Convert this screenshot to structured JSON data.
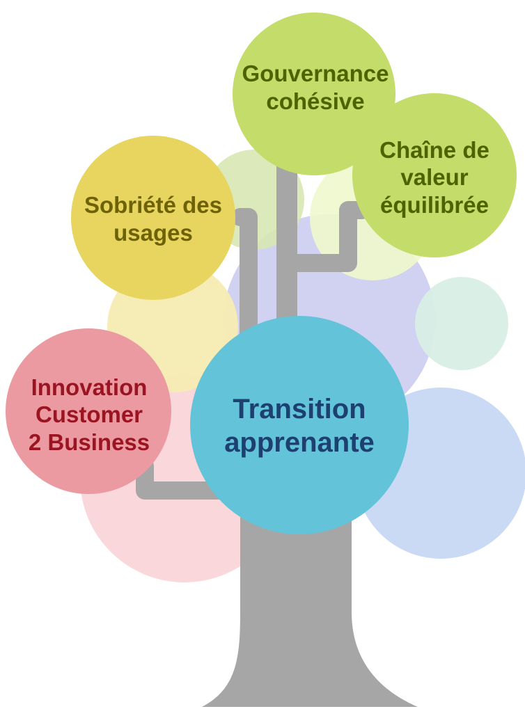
{
  "colors": {
    "trunk": "#a6a6a6",
    "background": "#ffffff"
  },
  "nodes": {
    "gouvernance": {
      "lines": [
        "Gouvernance",
        "cohésive"
      ],
      "fill": "#c3dc6a",
      "text_color": "#4f6200"
    },
    "chaine": {
      "lines": [
        "Chaîne de",
        "valeur",
        "équilibrée"
      ],
      "fill": "#c3dc6a",
      "text_color": "#4f6200"
    },
    "sobriete": {
      "lines": [
        "Sobriété des",
        "usages"
      ],
      "fill": "#e8d560",
      "text_color": "#6e6209"
    },
    "innovation": {
      "lines": [
        "Innovation",
        "Customer",
        "2 Business"
      ],
      "fill": "#ec9aa1",
      "text_color": "#9b1422"
    },
    "transition": {
      "lines": [
        "Transition",
        "apprenante"
      ],
      "fill": "#63c3d9",
      "text_color": "#1c4070"
    }
  },
  "decor_colors": {
    "lavender": "#c9c9ee",
    "pale_pink": "#f8d3d7",
    "pale_blue": "#c7d8f4",
    "pale_yellow": "#f6ecb2",
    "pale_green": "#d8e7b3",
    "pale_lime": "#eef8cc",
    "pale_mint": "#d8eee4"
  }
}
